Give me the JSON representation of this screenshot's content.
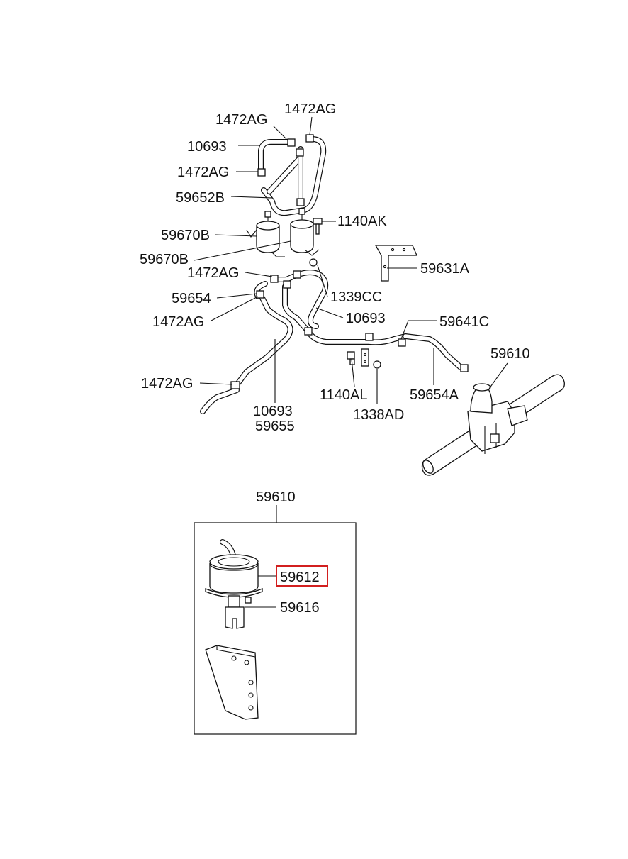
{
  "diagram": {
    "labels": {
      "hose_top_1472ag_left": "1472AG",
      "hose_top_1472ag_right": "1472AG",
      "hose_top_10693": "10693",
      "clip_1472ag_mid": "1472AG",
      "hose_59652b": "59652B",
      "bolt_1140ak": "1140AK",
      "canister_59670b_upper": "59670B",
      "canister_59670b_lower": "59670B",
      "bracket_59631a": "59631A",
      "clip_1472ag_lower": "1472AG",
      "hose_59654": "59654",
      "nut_1339cc": "1339CC",
      "clip_1472ag_left": "1472AG",
      "hose_10693_mid": "10693",
      "hose_59641c": "59641C",
      "actuator_59610": "59610",
      "clip_1472ag_bottom": "1472AG",
      "bolt_1140al": "1140AL",
      "hose_59654a": "59654A",
      "nut_1338ad": "1338AD",
      "hose_10693_bottom": "10693",
      "hose_59655": "59655",
      "assembly_59610": "59610",
      "part_59612": "59612",
      "part_59616": "59616"
    },
    "highlight_color": "#d21f1f",
    "line_color": "#111111"
  }
}
